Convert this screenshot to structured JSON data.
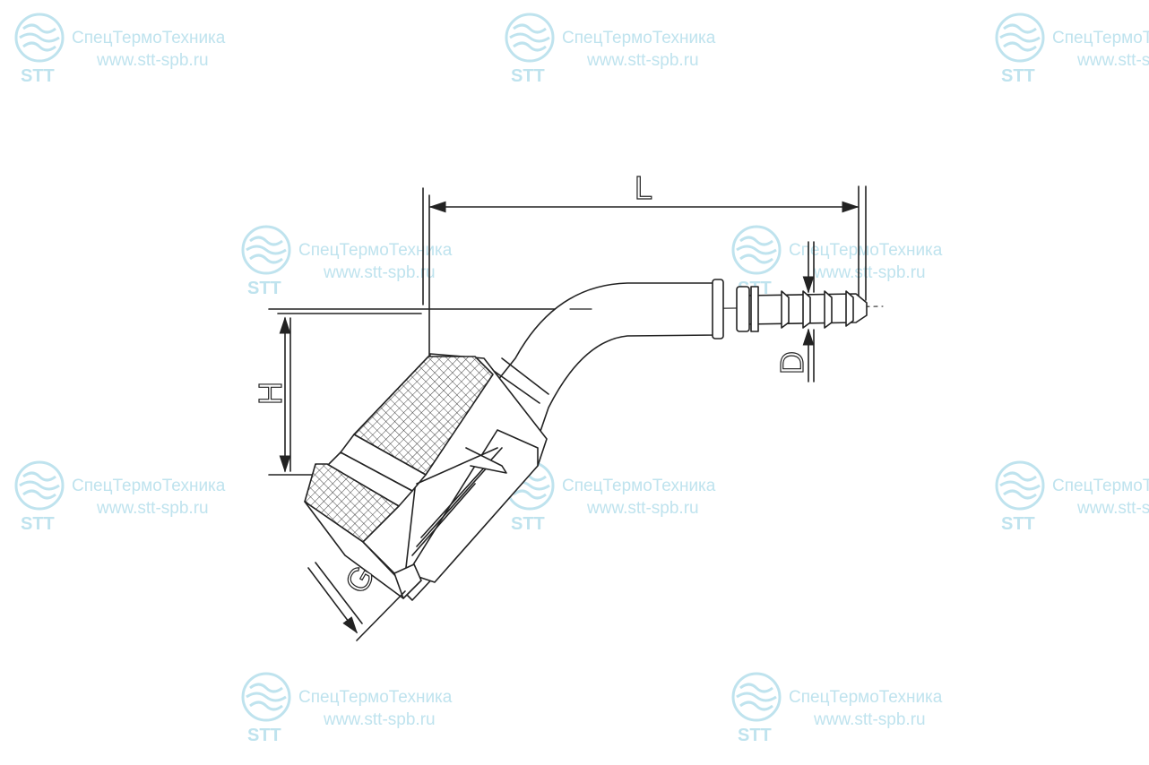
{
  "watermark": {
    "company": "СпецТермоТехника",
    "url": "www.stt-spb.ru",
    "brand": "STT",
    "color": "#bfe3ee"
  },
  "dimensions": {
    "length": "L",
    "height": "H",
    "thread": "G",
    "hose_diameter": "D"
  },
  "colors": {
    "line": "#222222",
    "background": "#ffffff",
    "watermark": "#bfe3ee"
  }
}
